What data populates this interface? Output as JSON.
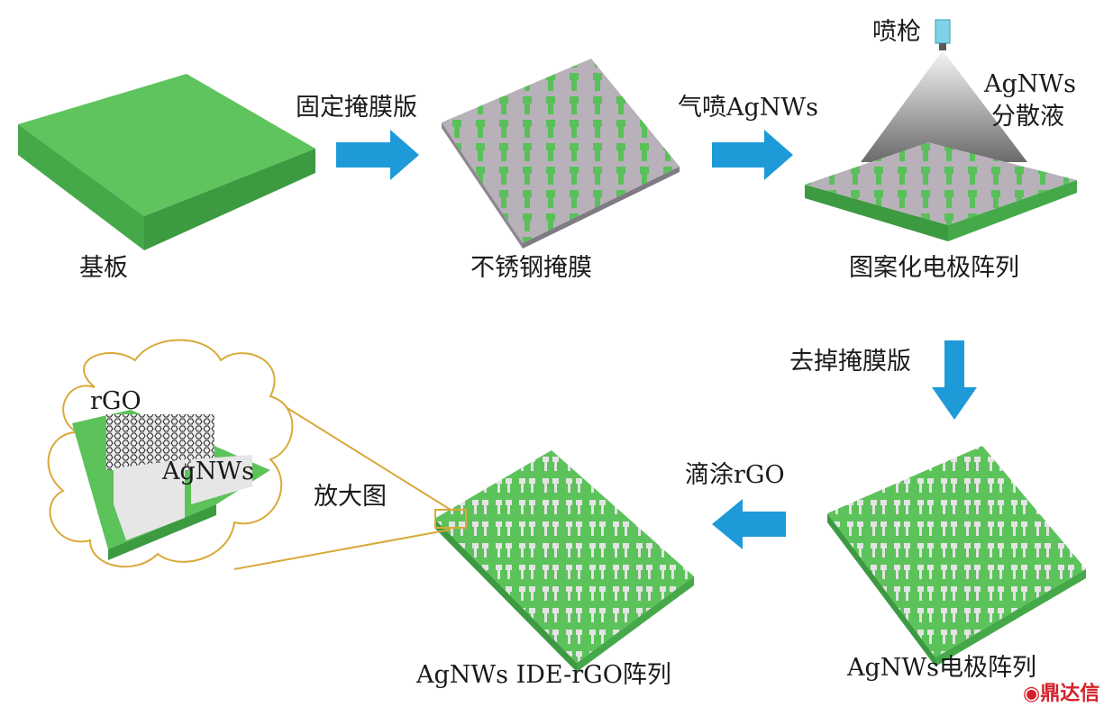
{
  "labels": {
    "substrate": "基板",
    "fix_mask": "固定掩膜版",
    "steel_mask": "不锈钢掩膜",
    "spray_agnws": "气喷AgNWs",
    "spray_gun": "喷枪",
    "dispersion_line1": "AgNWs",
    "dispersion_line2": "分散液",
    "patterned_array": "图案化电极阵列",
    "remove_mask": "去掉掩膜版",
    "drop_rgo": "滴涂rGO",
    "agnws_array": "AgNWs电极阵列",
    "ide_rgo_array": "AgNWs IDE-rGO阵列",
    "zoom": "放大图",
    "rgo": "rGO",
    "agnws": "AgNWs"
  },
  "watermark": "鼎达信",
  "colors": {
    "green": "#5cc25a",
    "green_dark": "#3e9a42",
    "arrow_blue": "#1f9ad8",
    "mask_gray": "#b6b0b8",
    "callout_gold": "#d9a93a",
    "watermark_red": "#d4202a"
  }
}
